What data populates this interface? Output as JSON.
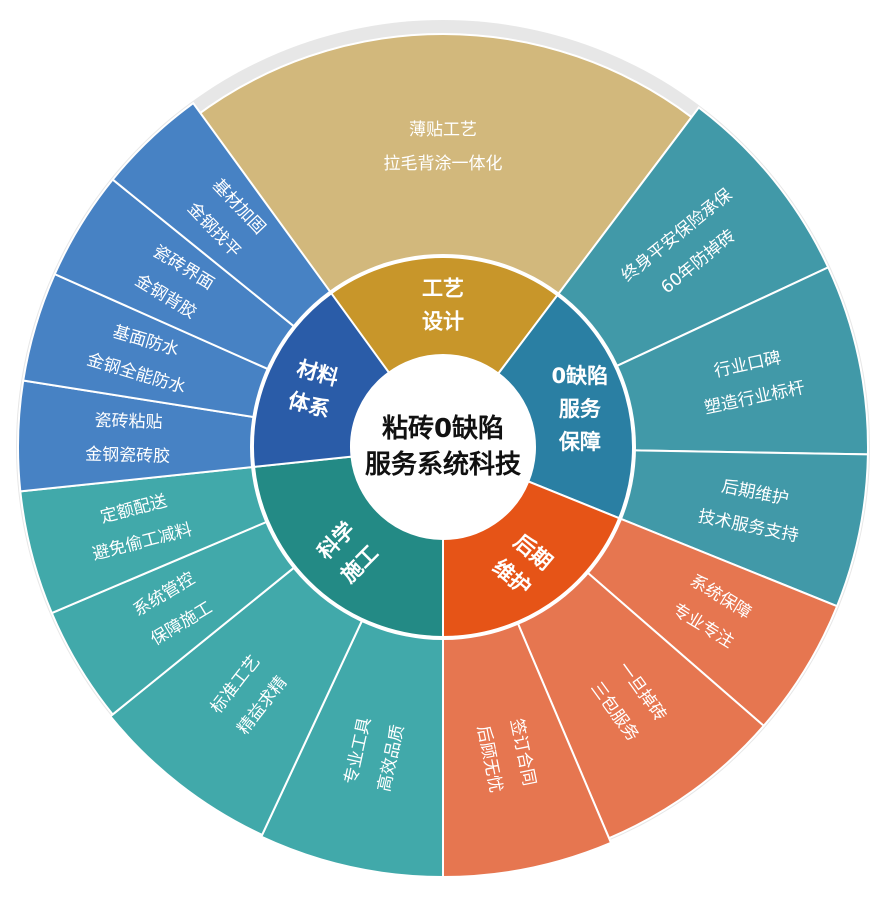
{
  "center": {
    "line1": "粘砖0缺陷",
    "line2": "服务系统科技"
  },
  "categories": [
    {
      "label": [
        "工艺",
        "设计"
      ],
      "color": "#c8962a",
      "outer_color": "#d2b87c",
      "items": [
        {
          "label": [
            "薄贴工艺",
            "拉毛背涂一体化"
          ]
        }
      ]
    },
    {
      "label": [
        "0缺陷",
        "服务",
        "保障"
      ],
      "color": "#2a7fa3",
      "outer_color": "#4199a8",
      "items": [
        {
          "label": [
            "终身平安保险承保",
            "60年防掉砖"
          ]
        },
        {
          "label": [
            "行业口碑",
            "塑造行业标杆"
          ]
        },
        {
          "label": [
            "后期维护",
            "技术服务支持"
          ]
        }
      ]
    },
    {
      "label": [
        "后期",
        "维护"
      ],
      "color": "#e65417",
      "outer_color": "#e67650",
      "items": [
        {
          "label": [
            "系统保障",
            "专业专注"
          ]
        },
        {
          "label": [
            "一旦掉砖",
            "三包服务"
          ]
        },
        {
          "label": [
            "签订合同",
            "后顾无忧"
          ]
        }
      ]
    },
    {
      "label": [
        "科学",
        "施工"
      ],
      "color": "#238a85",
      "outer_color": "#41a9aa",
      "items": [
        {
          "label": [
            "专业工具",
            "高效品质"
          ]
        },
        {
          "label": [
            "标准工艺",
            "精益求精"
          ]
        },
        {
          "label": [
            "系统管控",
            "保障施工"
          ]
        },
        {
          "label": [
            "定额配送",
            "避免偷工减料"
          ]
        }
      ]
    },
    {
      "label": [
        "材料",
        "体系"
      ],
      "color": "#2a5ca8",
      "outer_color": "#4782c4",
      "items": [
        {
          "label": [
            "瓷砖粘贴",
            "金钢瓷砖胶"
          ]
        },
        {
          "label": [
            "基面防水",
            "金钢全能防水"
          ]
        },
        {
          "label": [
            "瓷砖界面",
            "金钢背胶"
          ]
        },
        {
          "label": [
            "基材加固",
            "金钢找平"
          ]
        }
      ]
    }
  ]
}
